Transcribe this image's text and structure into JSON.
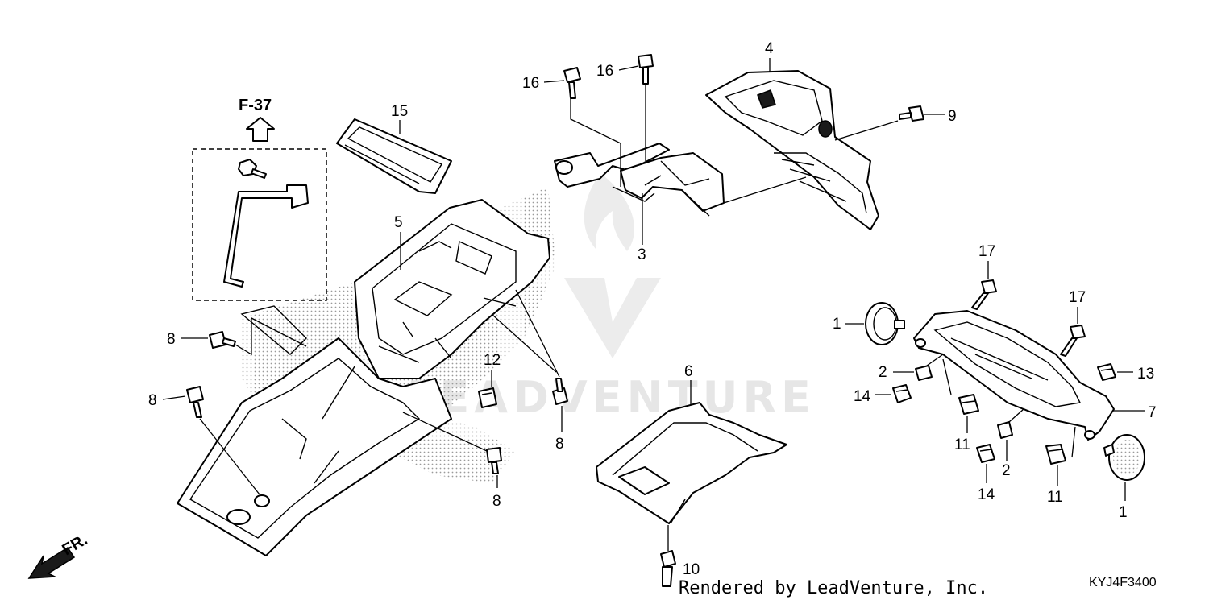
{
  "callouts": {
    "c1a": "1",
    "c1b": "1",
    "c2a": "2",
    "c2b": "2",
    "c3": "3",
    "c4": "4",
    "c5": "5",
    "c6": "6",
    "c7": "7",
    "c8a": "8",
    "c8b": "8",
    "c8c": "8",
    "c8d": "8",
    "c9": "9",
    "c10": "10",
    "c11a": "11",
    "c11b": "11",
    "c12": "12",
    "c13": "13",
    "c14a": "14",
    "c14b": "14",
    "c15": "15",
    "c16a": "16",
    "c16b": "16",
    "c17a": "17",
    "c17b": "17"
  },
  "reference": "F-37",
  "direction_label": "FR.",
  "watermark": "LEADVENTURE",
  "footer": {
    "rendered_by": "Rendered by LeadVenture, Inc.",
    "diagram_code": "KYJ4F3400"
  },
  "colors": {
    "line": "#000000",
    "background": "#ffffff",
    "watermark": "#e6e6e6",
    "stipple": "#9a9a9a"
  }
}
